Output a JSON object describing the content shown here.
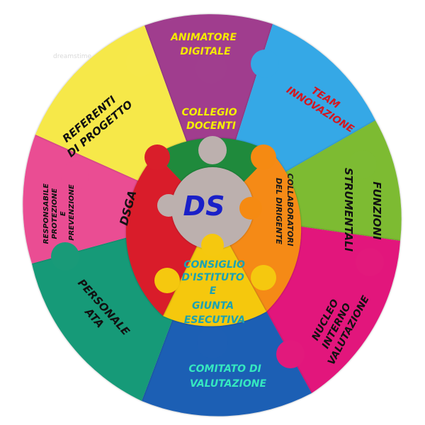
{
  "diagram": {
    "center": {
      "label": "DS",
      "color": "#1a20c8",
      "piece_color": "#bcb0ae"
    },
    "inner_ring": [
      {
        "id": "collegio",
        "lines": [
          "COLLEGIO",
          "DOCENTI"
        ],
        "color": "#1f8a3c",
        "text_color": "#f4f000"
      },
      {
        "id": "collaboratori",
        "lines": [
          "COLLABORATORI",
          "DEL DIRIGENTE"
        ],
        "color": "#f58a12",
        "text_color": "#1a1a1a"
      },
      {
        "id": "consiglio",
        "lines": [
          "CONSIGLIO",
          "D'ISTITUTO",
          "E",
          "GIUNTA",
          "ESECUTIVA"
        ],
        "color": "#f5c80f",
        "text_color": "#1aa2b4"
      },
      {
        "id": "dsga",
        "lines": [
          "DSGA"
        ],
        "color": "#d91e2a",
        "text_color": "#111111"
      }
    ],
    "outer_ring": [
      {
        "id": "animatore",
        "lines": [
          "ANIMATORE",
          "DIGITALE"
        ],
        "color": "#a03e8e",
        "text_color": "#f4e900"
      },
      {
        "id": "team",
        "lines": [
          "TEAM",
          "INNOVAZIONE"
        ],
        "color": "#35a8e6",
        "text_color": "#d4161f"
      },
      {
        "id": "funzioni",
        "lines": [
          "FUNZIONI",
          "STRUMENTALI"
        ],
        "color": "#7dbb33",
        "text_color": "#111111"
      },
      {
        "id": "nucleo",
        "lines": [
          "NUCLEO",
          "INTERNO",
          "VALUTAZIONE"
        ],
        "color": "#e2197c",
        "text_color": "#111111"
      },
      {
        "id": "comitato",
        "lines": [
          "COMITATO DI",
          "VALUTAZIONE"
        ],
        "color": "#1d5fb4",
        "text_color": "#35e8c0"
      },
      {
        "id": "personale",
        "lines": [
          "PERSONALE",
          "ATA"
        ],
        "color": "#199a78",
        "text_color": "#111111"
      },
      {
        "id": "responsabile",
        "lines": [
          "RESPONSABILE",
          "PROTEZIONE",
          "E",
          "PREVENZIONE"
        ],
        "color": "#ea4d93",
        "text_color": "#111111"
      },
      {
        "id": "referenti",
        "lines": [
          "REFERENTI",
          "DI PROGETTO"
        ],
        "color": "#f6e84a",
        "text_color": "#111111"
      }
    ],
    "watermark": "dreamstime"
  }
}
